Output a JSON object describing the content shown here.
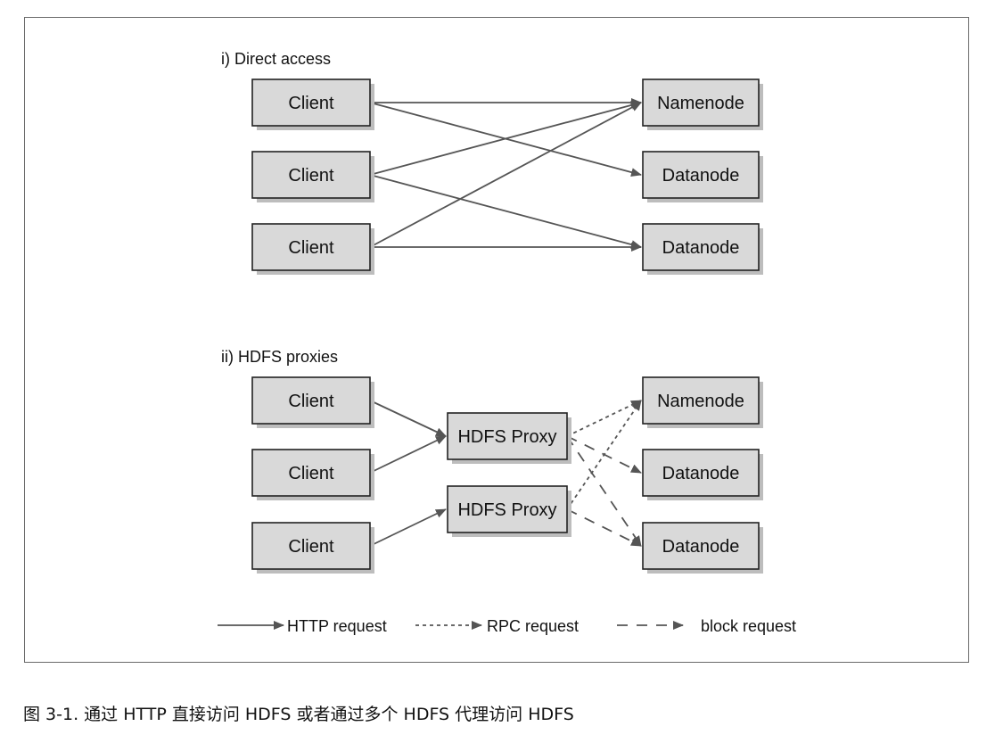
{
  "sections": {
    "direct": {
      "title": "i) Direct access"
    },
    "proxy": {
      "title": "ii) HDFS proxies"
    }
  },
  "direct": {
    "clients": [
      "Client",
      "Client",
      "Client"
    ],
    "servers": [
      "Namenode",
      "Datanode",
      "Datanode"
    ],
    "edges": [
      {
        "from": "client-1",
        "to": "namenode",
        "style": "solid"
      },
      {
        "from": "client-1",
        "to": "datanode-1",
        "style": "solid"
      },
      {
        "from": "client-2",
        "to": "namenode",
        "style": "solid"
      },
      {
        "from": "client-2",
        "to": "datanode-2",
        "style": "solid"
      },
      {
        "from": "client-3",
        "to": "namenode",
        "style": "solid"
      },
      {
        "from": "client-3",
        "to": "datanode-2",
        "style": "solid"
      }
    ]
  },
  "proxy": {
    "clients": [
      "Client",
      "Client",
      "Client"
    ],
    "proxies": [
      "HDFS Proxy",
      "HDFS Proxy"
    ],
    "servers": [
      "Namenode",
      "Datanode",
      "Datanode"
    ],
    "edges": [
      {
        "from": "client-1",
        "to": "proxy-1",
        "style": "solid"
      },
      {
        "from": "client-2",
        "to": "proxy-1",
        "style": "solid"
      },
      {
        "from": "client-3",
        "to": "proxy-2",
        "style": "solid"
      },
      {
        "from": "proxy-1",
        "to": "namenode",
        "style": "dotted"
      },
      {
        "from": "proxy-1",
        "to": "datanode-1",
        "style": "dashed"
      },
      {
        "from": "proxy-1",
        "to": "datanode-2",
        "style": "dashed"
      },
      {
        "from": "proxy-2",
        "to": "namenode",
        "style": "dotted"
      },
      {
        "from": "proxy-2",
        "to": "datanode-2",
        "style": "dashed"
      }
    ]
  },
  "legend": [
    {
      "label": "HTTP request",
      "style": "solid"
    },
    {
      "label": "RPC request",
      "style": "dotted"
    },
    {
      "label": "block request",
      "style": "dashed"
    }
  ],
  "caption": "图 3-1. 通过 HTTP 直接访问 HDFS 或者通过多个 HDFS 代理访问 HDFS",
  "colors": {
    "box_fill": "#d9d9d9",
    "box_stroke": "#222222",
    "edge": "#555555"
  }
}
